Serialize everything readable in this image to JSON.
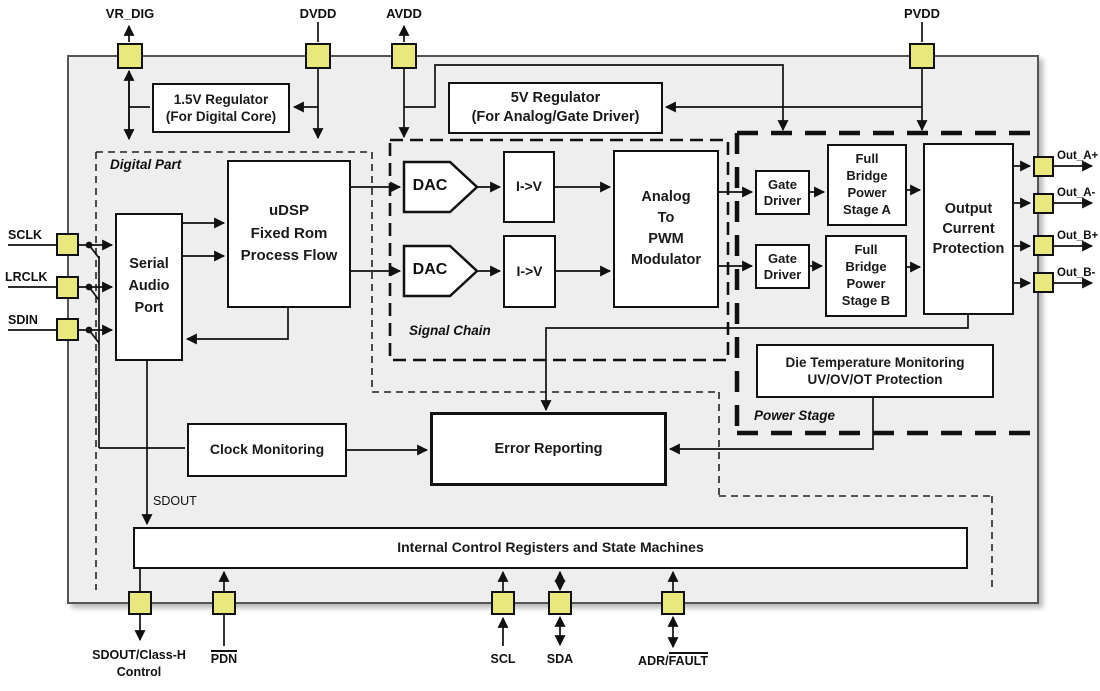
{
  "chip": {
    "fill": "#eeeeee",
    "border": "#555555"
  },
  "colors": {
    "pin_fill": "#e9e87d",
    "wire": "#111111",
    "block_border": "#111111"
  },
  "pins": {
    "top": [
      "VR_DIG",
      "DVDD",
      "AVDD",
      "PVDD"
    ],
    "left": [
      "SCLK",
      "LRCLK",
      "SDIN"
    ],
    "right": [
      "Out_A+",
      "Out_A-",
      "Out_B+",
      "Out_B-"
    ],
    "bottom": {
      "sdout_classh": {
        "lines": [
          "SDOUT/Class-H",
          "Control"
        ]
      },
      "pdn": {
        "over": "PDN"
      },
      "scl": {
        "label": "SCL"
      },
      "sda": {
        "label": "SDA"
      },
      "adr_fault": {
        "pre": "ADR/",
        "over": "FAULT"
      }
    }
  },
  "regions": {
    "digital_part": "Digital Part",
    "signal_chain": "Signal Chain",
    "power_stage": "Power Stage"
  },
  "wire_labels": {
    "sdout": "SDOUT"
  },
  "blocks": {
    "reg_1v5": {
      "lines": [
        "1.5V Regulator",
        "(For Digital Core)"
      ]
    },
    "reg_5v": {
      "lines": [
        "5V Regulator",
        "(For Analog/Gate Driver)"
      ]
    },
    "serial_audio_port": {
      "lines": [
        "Serial",
        "Audio",
        "Port"
      ]
    },
    "udsp": {
      "lines": [
        "uDSP",
        "Fixed Rom",
        "Process Flow"
      ]
    },
    "dac_a": {
      "label": "DAC"
    },
    "dac_b": {
      "label": "DAC"
    },
    "i2v_a": {
      "label": "I->V"
    },
    "i2v_b": {
      "label": "I->V"
    },
    "modulator": {
      "lines": [
        "Analog",
        "To",
        "PWM",
        "Modulator"
      ]
    },
    "gate_driver_a": {
      "lines": [
        "Gate",
        "Driver"
      ]
    },
    "gate_driver_b": {
      "lines": [
        "Gate",
        "Driver"
      ]
    },
    "full_bridge_a": {
      "lines": [
        "Full",
        "Bridge",
        "Power",
        "Stage A"
      ]
    },
    "full_bridge_b": {
      "lines": [
        "Full",
        "Bridge",
        "Power",
        "Stage B"
      ]
    },
    "output_current_protection": {
      "lines": [
        "Output",
        "Current",
        "Protection"
      ]
    },
    "die_temp": {
      "lines": [
        "Die Temperature Monitoring",
        "UV/OV/OT Protection"
      ]
    },
    "clock_monitoring": {
      "label": "Clock Monitoring"
    },
    "error_reporting": {
      "label": "Error Reporting"
    },
    "internal_control": {
      "label": "Internal Control Registers and State Machines"
    }
  }
}
